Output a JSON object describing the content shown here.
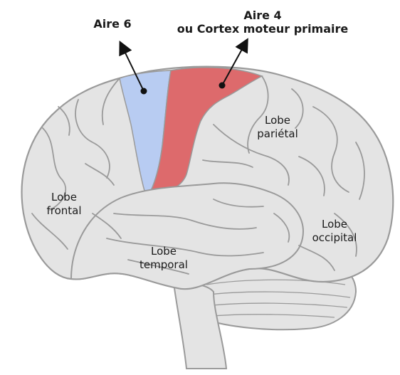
{
  "labels": {
    "aire6": "Aire 6",
    "aire4_line1": "Aire 4",
    "aire4_line2": "ou Cortex moteur primaire",
    "parietal_line1": "Lobe",
    "parietal_line2": "pariétal",
    "frontal_line1": "Lobe",
    "frontal_line2": "frontal",
    "occipital_line1": "Lobe",
    "occipital_line2": "occipital",
    "temporal_line1": "Lobe",
    "temporal_line2": "temporal"
  },
  "colors": {
    "brain_fill": "#e4e4e4",
    "outline": "#9a9a9a",
    "aire6_fill": "#b8ccf2",
    "aire4_fill": "#dd6a6c",
    "text": "#1a1a1a"
  },
  "icons": [
    "arrow-icon"
  ]
}
